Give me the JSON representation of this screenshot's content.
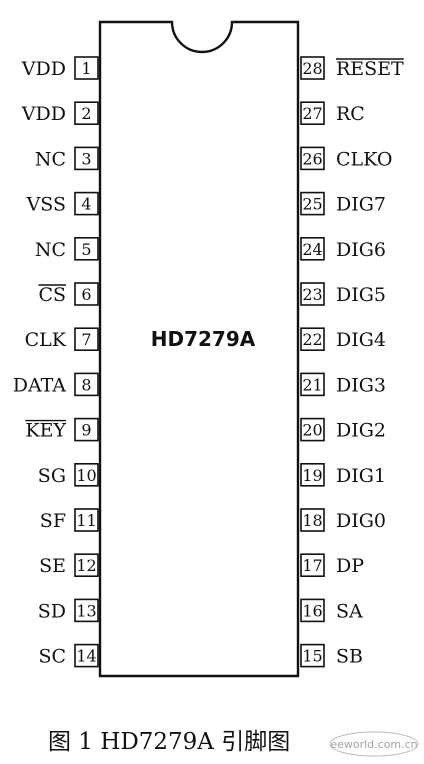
{
  "chip_name": "HD7279A",
  "caption": "图 1  HD7279A 引脚图",
  "watermark": "eeworld.com.cn",
  "left_pins": [
    {
      "num": "1",
      "label": "VDD",
      "overline": false
    },
    {
      "num": "2",
      "label": "VDD",
      "overline": false
    },
    {
      "num": "3",
      "label": "NC",
      "overline": false
    },
    {
      "num": "4",
      "label": "VSS",
      "overline": false
    },
    {
      "num": "5",
      "label": "NC",
      "overline": false
    },
    {
      "num": "6",
      "label": "CS",
      "overline": true
    },
    {
      "num": "7",
      "label": "CLK",
      "overline": false
    },
    {
      "num": "8",
      "label": "DATA",
      "overline": false
    },
    {
      "num": "9",
      "label": "KEY",
      "overline": true
    },
    {
      "num": "10",
      "label": "SG",
      "overline": false
    },
    {
      "num": "11",
      "label": "SF",
      "overline": false
    },
    {
      "num": "12",
      "label": "SE",
      "overline": false
    },
    {
      "num": "13",
      "label": "SD",
      "overline": false
    },
    {
      "num": "14",
      "label": "SC",
      "overline": false
    }
  ],
  "right_pins": [
    {
      "num": "28",
      "label": "RESET",
      "overline": true
    },
    {
      "num": "27",
      "label": "RC",
      "overline": false
    },
    {
      "num": "26",
      "label": "CLKO",
      "overline": false
    },
    {
      "num": "25",
      "label": "DIG7",
      "overline": false
    },
    {
      "num": "24",
      "label": "DIG6",
      "overline": false
    },
    {
      "num": "23",
      "label": "DIG5",
      "overline": false
    },
    {
      "num": "22",
      "label": "DIG4",
      "overline": false
    },
    {
      "num": "21",
      "label": "DIG3",
      "overline": false
    },
    {
      "num": "20",
      "label": "DIG2",
      "overline": false
    },
    {
      "num": "19",
      "label": "DIG1",
      "overline": false
    },
    {
      "num": "18",
      "label": "DIG0",
      "overline": false
    },
    {
      "num": "17",
      "label": "DP",
      "overline": false
    },
    {
      "num": "16",
      "label": "SA",
      "overline": false
    },
    {
      "num": "15",
      "label": "SB",
      "overline": false
    }
  ]
}
